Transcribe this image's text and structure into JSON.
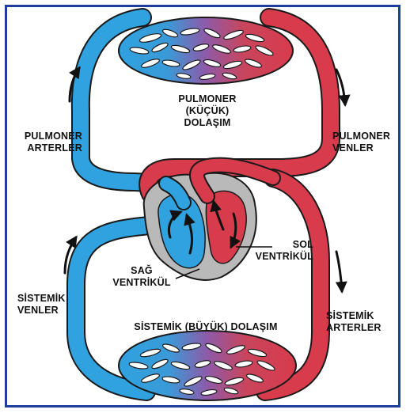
{
  "labels": {
    "pulmonary_circulation": [
      "PULMONER",
      "(KÜÇÜK)",
      "DOLAŞIM"
    ],
    "pulmonary_arteries": [
      "PULMONER",
      "ARTERLER"
    ],
    "pulmonary_veins": [
      "PULMONER",
      "VENLER"
    ],
    "left_ventricle": [
      "SOL",
      "VENTRİKÜL"
    ],
    "right_ventricle": [
      "SAĞ",
      "VENTRİKÜL"
    ],
    "systemic_veins": [
      "SİSTEMİK",
      "VENLER"
    ],
    "systemic_arteries": [
      "SİSTEMİK",
      "ARTERLER"
    ],
    "systemic_circulation": "SİSTEMİK (BÜYÜK) DOLAŞIM"
  },
  "colors": {
    "oxygen_poor": "#2fa2df",
    "oxygen_rich": "#d83b4c",
    "capillary_mix": "#8e5aa8",
    "heart_wall": "#b9b9b9",
    "frame": "#1f3f9c"
  }
}
